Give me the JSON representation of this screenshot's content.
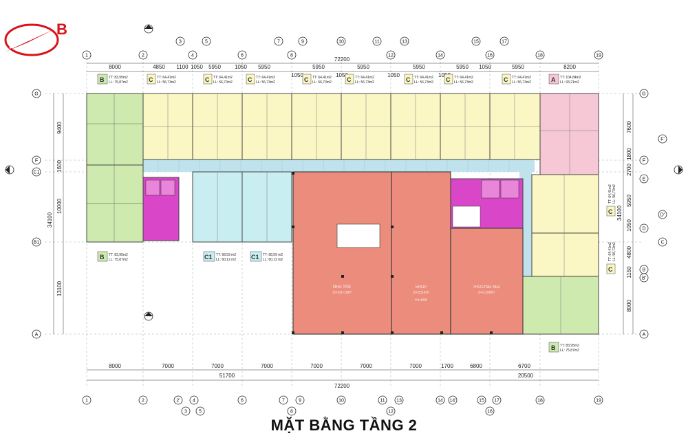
{
  "title": "MẶT BẰNG TẦNG 2",
  "logo": {
    "letter": "B",
    "icon": "red-swoosh-logo-icon",
    "color": "#d7141a"
  },
  "colors": {
    "apt_b": "#cfeaae",
    "apt_c": "#fbf7c4",
    "apt_c1": "#c8eef2",
    "apt_a": "#f6c8d6",
    "corridor": "#bfe2ec",
    "commercial": "#ec8c7c",
    "core": "#d946c8"
  },
  "top_dims": [
    "8000",
    "4850",
    "1100",
    "1050",
    "5950",
    "1050",
    "5950",
    "1050",
    "5950",
    "1050",
    "5950",
    "1050",
    "5950",
    "1050",
    "5950",
    "1050",
    "5950",
    "8200"
  ],
  "top_total": "72200",
  "bottom_dims": [
    "8000",
    "7000",
    "7000",
    "7000",
    "7000",
    "7000",
    "7000",
    "1700",
    "6800",
    "6700"
  ],
  "bottom_totals": {
    "left": "51700",
    "overall": "72200",
    "right": "20500"
  },
  "left_dims": {
    "d1": "9400",
    "d2": "1600",
    "d3": "10000",
    "d4": "13100",
    "total": "34100"
  },
  "right_dims": {
    "d1": "7600",
    "d2": "1800",
    "d3": "2700",
    "d4": "5950",
    "d5": "1050",
    "d6": "4800",
    "d7": "1150",
    "d8": "8000",
    "total": "34100"
  },
  "grid_top": [
    "1",
    "2",
    "3",
    "4",
    "5",
    "6",
    "7",
    "8",
    "9",
    "10",
    "11",
    "12",
    "13",
    "14",
    "15",
    "16",
    "17",
    "18",
    "19"
  ],
  "grid_bottom": [
    "1",
    "2",
    "2'",
    "3",
    "4",
    "5",
    "6",
    "7",
    "8",
    "9",
    "10",
    "11",
    "12",
    "13",
    "14",
    "14'",
    "15",
    "16",
    "17",
    "18",
    "19"
  ],
  "grid_left": [
    "G",
    "F",
    "C1",
    "B1",
    "A"
  ],
  "grid_right": [
    "G",
    "F'",
    "F",
    "E",
    "D'",
    "D",
    "C",
    "B",
    "B'",
    "A"
  ],
  "units": [
    {
      "type": "B",
      "tt": "TT: 83,95m2",
      "ll": "LL: 75,87m2"
    },
    {
      "type": "C",
      "tt": "TT: 64,41m2",
      "ll": "LL: 56,73m2"
    },
    {
      "type": "C",
      "tt": "TT: 64,41m2",
      "ll": "LL: 56,73m2"
    },
    {
      "type": "C",
      "tt": "TT: 64,41m2",
      "ll": "LL: 56,73m2"
    },
    {
      "type": "C",
      "tt": "TT: 64,41m2",
      "ll": "LL: 56,73m2"
    },
    {
      "type": "C",
      "tt": "TT: 64,41m2",
      "ll": "LL: 56,73m2"
    },
    {
      "type": "C",
      "tt": "TT: 64,41m2",
      "ll": "LL: 56,73m2"
    },
    {
      "type": "C",
      "tt": "TT: 64,41m2",
      "ll": "LL: 56,73m2"
    },
    {
      "type": "C",
      "tt": "TT: 64,41m2",
      "ll": "LL: 56,73m2"
    },
    {
      "type": "A",
      "tt": "TT: 104,84m2",
      "ll": "LL: 93,21m2"
    },
    {
      "type": "B",
      "tt": "TT: 83,95m2",
      "ll": "LL: 75,87m2"
    },
    {
      "type": "C1",
      "tt": "TT: 68,59 m2",
      "ll": "LL: 60,12 m2"
    },
    {
      "type": "C1",
      "tt": "TT: 68,59 m2",
      "ll": "LL: 60,12 m2"
    },
    {
      "type": "C",
      "tt": "TT: 64,41m2",
      "ll": "LL: 56,73m2"
    },
    {
      "type": "C",
      "tt": "TT: 64,41m2",
      "ll": "LL: 56,73m2"
    },
    {
      "type": "B",
      "tt": "TT: 83,95m2",
      "ll": "LL: 75,87m2"
    }
  ],
  "rooms": {
    "nha_tre": {
      "name": "NHÀ TRẺ",
      "area": "S=2075m²"
    },
    "shop": {
      "name": "SHOP",
      "area": "S=250m²",
      "level": "+5.800"
    },
    "thuong_mai": {
      "name": "THƯƠNG MẠI",
      "area": "S=250m²"
    }
  }
}
